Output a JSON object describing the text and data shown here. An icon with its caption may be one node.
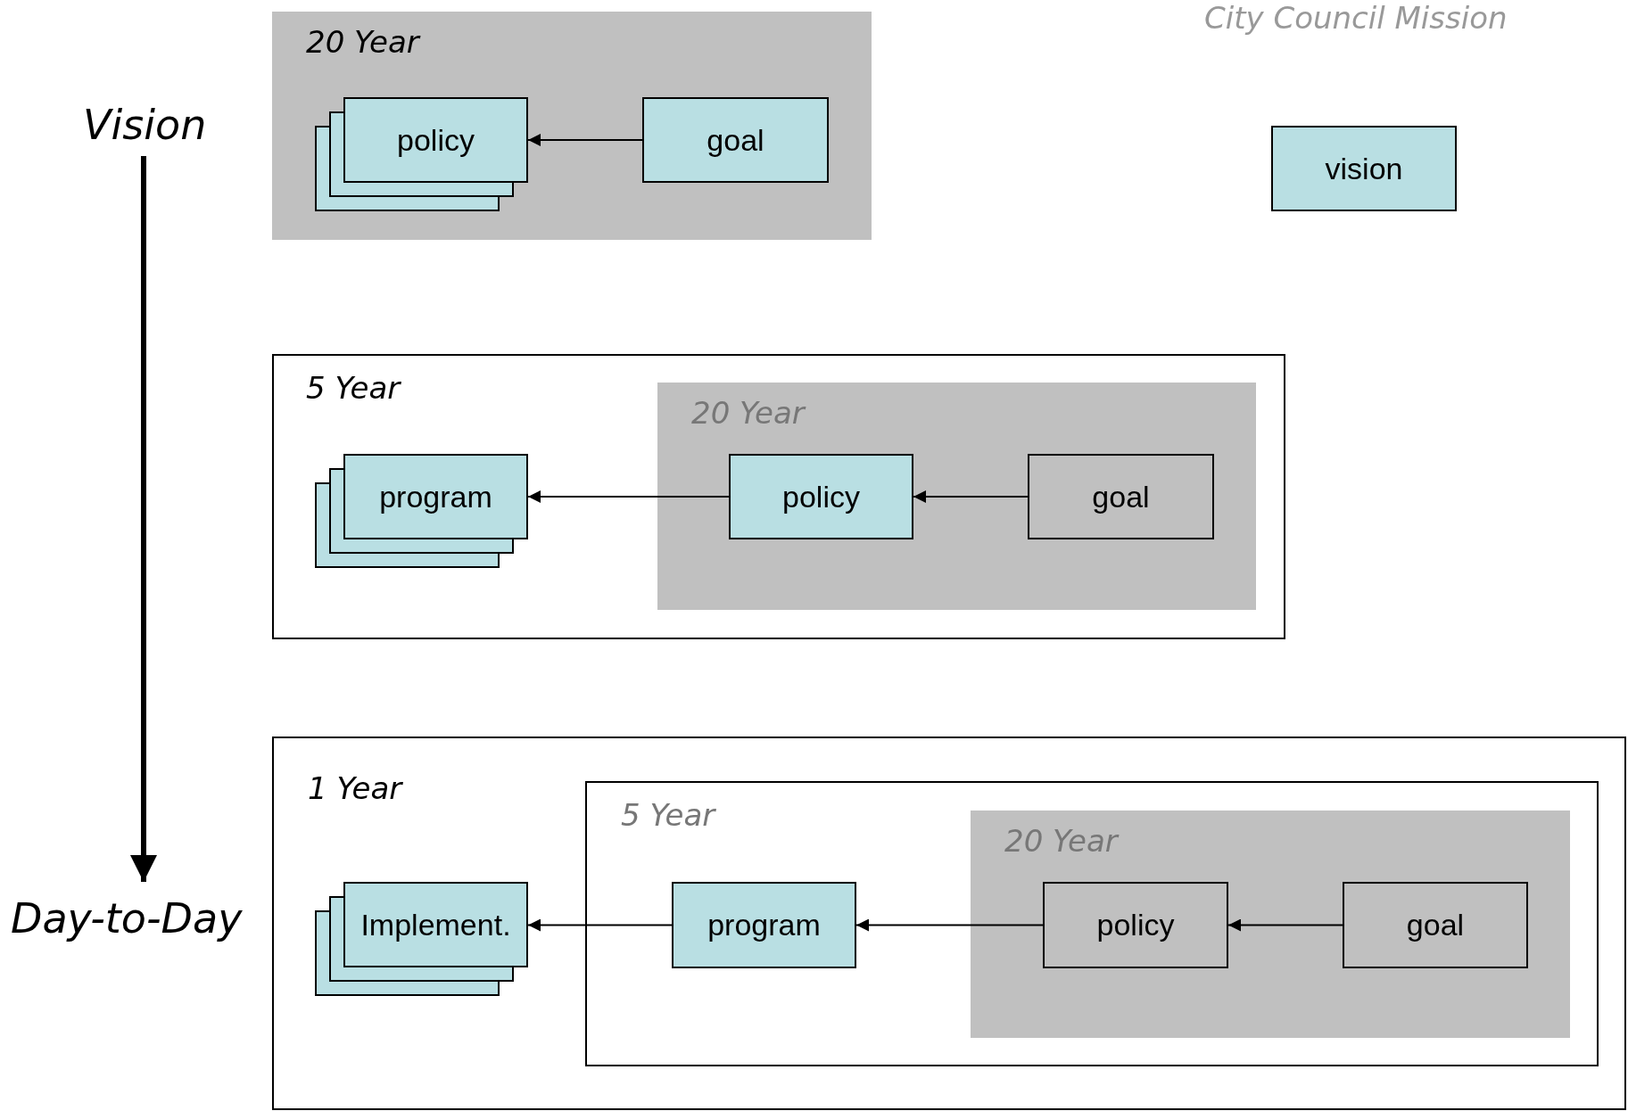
{
  "diagram": {
    "title": "City Council Mission",
    "nodes": [
      {
        "text": [
          "20 Year"
        ]
      },
      {
        "text": [
          "policy"
        ],
        "in": 0
      },
      {
        "text": [
          "goal"
        ],
        "in": 0
      },
      {
        "text": [
          "vision"
        ]
      },
      {
        "text": [
          "5 Year"
        ]
      },
      {
        "text": [
          "program"
        ],
        "in": 4
      },
      {
        "text": [
          "20 Year"
        ],
        "in": 4
      },
      {
        "text": [
          "policy"
        ],
        "in": 6
      },
      {
        "text": [
          "goal"
        ],
        "in": 6
      },
      {
        "text": [
          "1 Year"
        ]
      },
      {
        "text": [
          "Implement."
        ],
        "in": 9
      },
      {
        "text": [
          "5 Year"
        ],
        "in": 9
      },
      {
        "text": [
          "program"
        ],
        "in": 11
      },
      {
        "text": [
          "20 Year"
        ],
        "in": 11
      },
      {
        "text": [
          "policy"
        ],
        "in": 13
      },
      {
        "text": [
          "goal"
        ],
        "in": 13
      },
      {
        "text": [
          "Vision"
        ]
      },
      {
        "text": [
          "Day-to-Day"
        ]
      }
    ],
    "edges": [
      {
        "from": 2,
        "to": 1,
        "arrow": "to"
      },
      {
        "from": 7,
        "to": 5,
        "arrow": "to"
      },
      {
        "from": 8,
        "to": 7,
        "arrow": "to"
      },
      {
        "from": 12,
        "to": 10,
        "arrow": "to"
      },
      {
        "from": 14,
        "to": 12,
        "arrow": "to"
      },
      {
        "from": 15,
        "to": 14,
        "arrow": "to"
      },
      {
        "from": 16,
        "to": 17,
        "arrow": "to",
        "style": "thick"
      }
    ]
  }
}
